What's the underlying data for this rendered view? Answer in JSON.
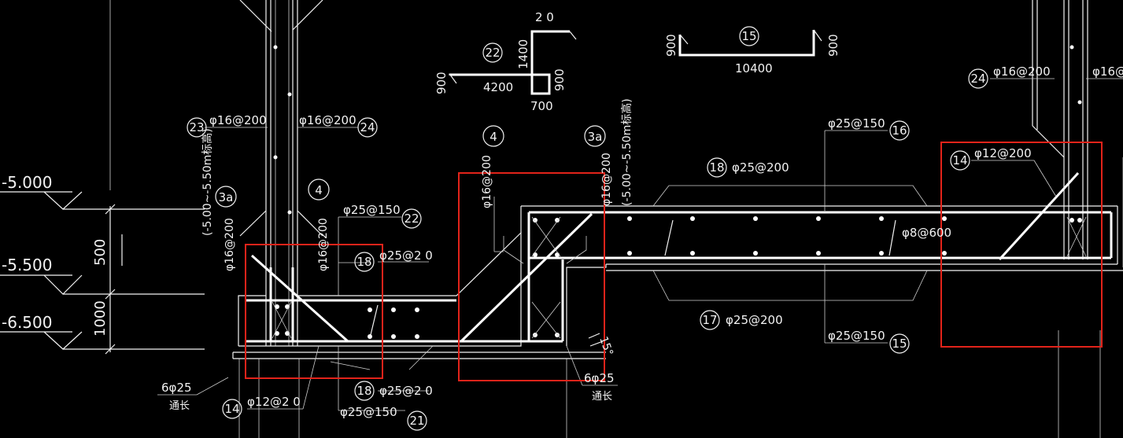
{
  "levels": [
    "-5.000",
    "-5.500",
    "-6.500"
  ],
  "dims": {
    "d500": "500",
    "d1000": "1000",
    "d15": "15°"
  },
  "bar15": {
    "id": "15",
    "left": "900",
    "right": "900",
    "length": "10400"
  },
  "bar22": {
    "id": "22",
    "top": "2 0",
    "vert": "1400",
    "left": "900",
    "length": "4200",
    "box": "900",
    "bottom": "700"
  },
  "tags": {
    "t23": "23",
    "t24a": "24",
    "t24b": "24",
    "t3a1": "3a",
    "t3a2": "3a",
    "t4a": "4",
    "t4b": "4",
    "t14a": "14",
    "t14b": "14",
    "t16": "16",
    "t17": "17",
    "t18a": "18",
    "t18b": "18",
    "t18c": "18",
    "t21": "21",
    "t22": "22",
    "t15": "15"
  },
  "labels": {
    "l23": "φ16@200",
    "l24a": "φ16@200",
    "l24b": "φ16@200",
    "l24c": "φ16@",
    "v_note1": "(-5.00~-5.50m标高)",
    "v_note2": "(-5.00~-5.50m标高)",
    "v16a": "φ16@200",
    "v16b": "φ16@200",
    "v16c": "φ16@200",
    "v16d": "φ16@200",
    "l22": "φ25@150",
    "l18a": "φ25@2 0",
    "l18b": "φ25@2 0",
    "l18c": "φ25@200",
    "l16": "φ25@150",
    "l14a": "φ12@200",
    "l14b": "φ12@2 0",
    "l8": "φ8@600",
    "l17": "φ25@200",
    "l15": "φ25@150",
    "l21": "φ25@150",
    "l6a": "6φ25",
    "l6b": "6φ25",
    "tc1": "通长",
    "tc2": "通长"
  }
}
